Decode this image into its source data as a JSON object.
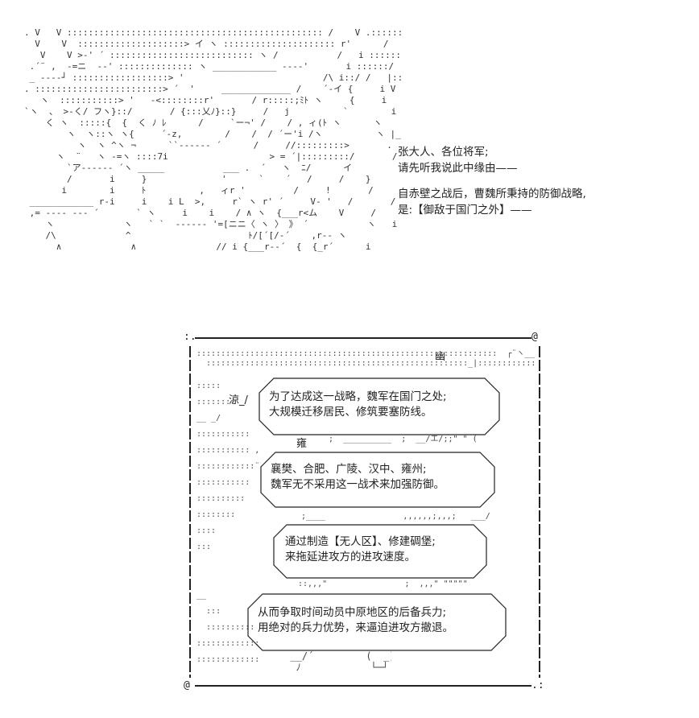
{
  "top_art": ". V   V :::::::::::::::::::::::::::::::::::::::::::::::: /    V .:::::::| > ':::::::::::::::::::::::i      i\n  V    V  ::::::::::::::::::::> イ ヽ ::::::::::::::::::::: r'      /    i ::::::::'  ::::::.:::::::::::::::::::::::::::i ,イ    i\n   V    V >-' ´ ::::::::::::::::::::::::::: ヽ /           /   i ::::::::: /   ;:_.:::::::::::::::::::レ:i      i\n .´¨ ,  -=ニ  --' :::::::::::::: ヽ ____________ ----'       i ::::::/  ィ´ ゛ |::::::::::::::::::: /     /\n _ ----┘ ::::::::::::::::::> '                          /\\ i::/ /   |:::::::::::::::::: /   , /\n. ::::::::::::::::::::::::> ´  '     _____________ /    ´-イ {     i V ::::: / v '\n   ヽ  :::::::::::> '   -<::::::::r'       / r:::::;ﾐﾄ ヽ     {     i    i   `¨¨   \n`ヽ  、 >-く/ フヽ}::/       / {:::乂ﾉ}::}     /   j          `        i\n    く ヽ  :::::{  {  く ﾉ ﾚ      /     `ー¬' /    / , ィ(ﾄ ヽ      ヽ     |_\n        ヽ  ヽ::ヽ ヽ{     ´-z,        /    /  / ´ー'i /ヽ          ヽ |_\n          ヽ  ヽ ^ヽ ¬      ``------ ´      /     //:::::::::>       .  |   ` ヽ\n      ヽ  ¨   ヽ -=ヽ ::::7i                   > = ´|:::::::::/       /     |\n        `ア------ ´ヽ _____           ___ .  ´   ヽ  ﾆ/      イ          |\n        /       i     }              '      `    ´   /     /    }          |\n       i        i     ﾄ          ,   ィr '         /     !       /\n ____________ r-i     i    i L  >,     r` ヽ r' ´     V- '   /       /\n ,= ---- --- ´       ` ヽ     i    i    / ∧ ヽ  {___r<ム    V     /     /\n    ヽ             ヽ   ` `  ------ '=[ニニ〈 ヽ 〉 》 ´           ヽ   i     /\n    /\\             ^                      ﾄ/[´[/-´    ,r-- ヽ            Y\n      ∧             ∧               // i {___r--´  {  {_r´      i",
  "speech": {
    "lines": [
      "张大人、各位将军;",
      "请先听我说此中缘由——",
      "",
      "自赤壁之战后，曹魏所秉持的防御战略,",
      "是:【御敌于国门之外】——"
    ]
  },
  "frame": {
    "corner_tl": ":.",
    "corner_tr": "@",
    "corner_bl": "@",
    "corner_br": ".:"
  },
  "bubbles": [
    {
      "lines": [
        "为了达成这一战略，魏军在国门之处;",
        "大规模迁移居民、修筑要塞防线。"
      ]
    },
    {
      "lines": [
        "襄樊、合肥、广陵、汉中、雍州;",
        "魏军无不采用这一战术来加强防御。"
      ]
    },
    {
      "lines": [
        "通过制造【无人区】、修建碉堡;",
        "来拖延进攻方的进攻速度。"
      ]
    },
    {
      "lines": [
        "从而争取时间动员中原地区的后备兵力;",
        "用绝对的兵力优势，来逼迫进攻方撤退。"
      ]
    }
  ],
  "frame_labels": {
    "you": "幽",
    "liang": "涼_/",
    "yong": "雍"
  },
  "frame_art": {
    "top_dots": "::::::::::::::::::::::::::::::::::::::::::::::::::::::::::::::  ┌¨ヽ______. :::::::::::::::::::::::::::::::::::::::\n  ::::::::::::::::::::::::::::::::::::::::::::::::::::::_|::::::::::::::::::::::: /  ::::::::  ''''' ,,,¨¨,,,,,¨¨,,,,,,,,,,,,,,,  ___  /___",
    "left_dots": ":::::\n::::::::\n__ _/\n:::::::::::\n::::::::::: ,,,¨\n::::::::::::¨¨¨¨\n:::::::::::\n::::::::::\n::::::::\n::::\n:::\n\n\n__\n  :::\n  :::::::::: ,,,,¨¨\n::::::::::::::::\n:::::::::::::::::",
    "mid_strip1": ";  __________  ;  __/エ/;;\" \" (",
    "mid_strip2": ";____                ,,,,,,;,,,;   ___/",
    "mid_strip3": "::,,,\"                ;  ,,,\" \"\"\"\"\"",
    "bottom_glyphs": "  __/´         (  _)\n   ﾉ            └─┘"
  }
}
